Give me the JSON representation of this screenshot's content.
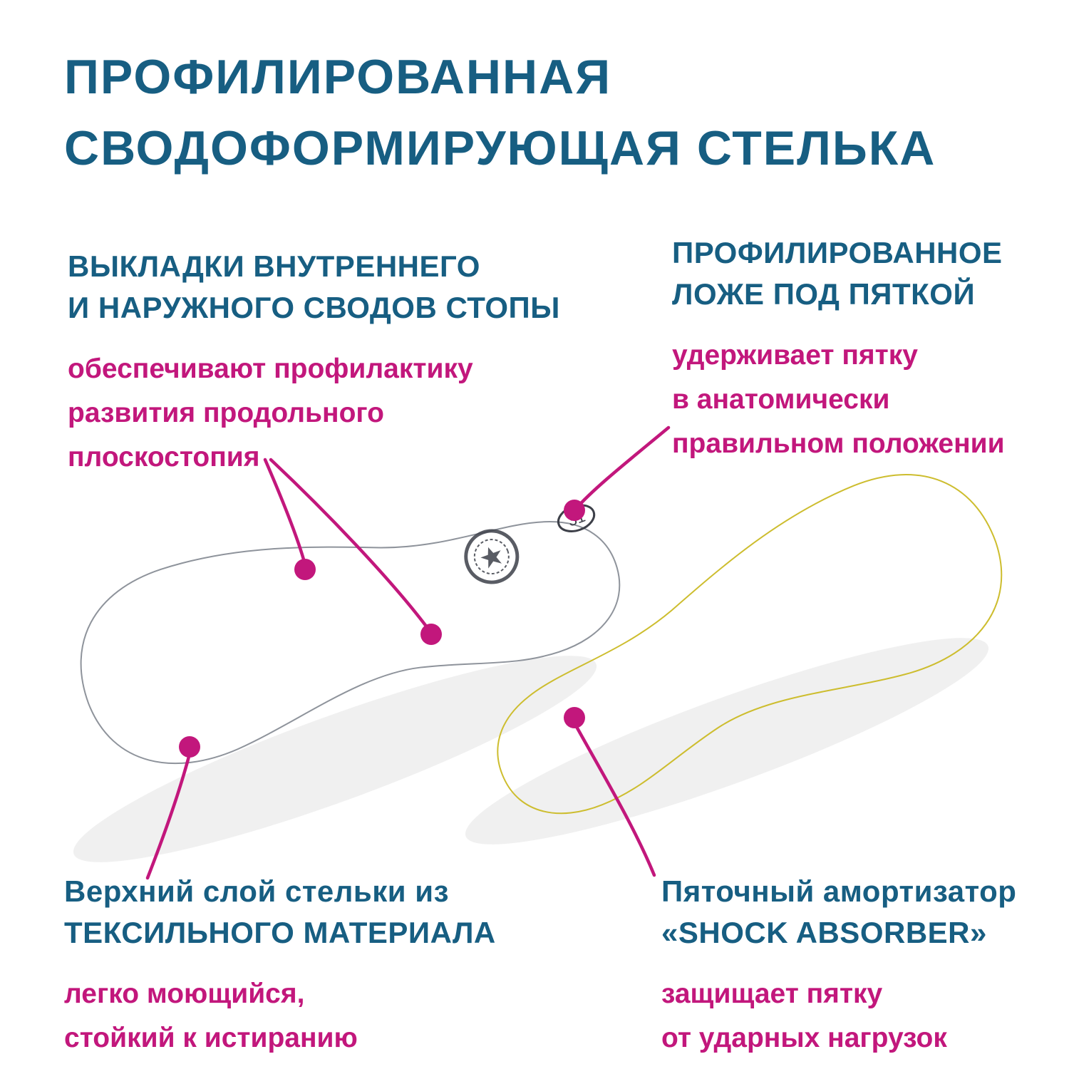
{
  "title": {
    "line1": "ПРОФИЛИРОВАННАЯ",
    "line2": "СВОДОФОРМИРУЮЩАЯ СТЕЛЬКА"
  },
  "callouts": {
    "arch_pads": {
      "heading": [
        "ВЫКЛАДКИ ВНУТРЕННЕГО",
        "И НАРУЖНОГО СВОДОВ СТОПЫ"
      ],
      "body": [
        "обеспечивают профилактику",
        "развития продольного",
        "плоскостопия"
      ]
    },
    "heel_bed": {
      "heading": [
        "ПРОФИЛИРОВАННОЕ",
        "ЛОЖЕ ПОД ПЯТКОЙ"
      ],
      "body": [
        "удерживает пятку",
        "в анатомически",
        "правильном положении"
      ]
    },
    "top_layer": {
      "heading": [
        "Верхний слой стельки из",
        "ТЕКСИЛЬНОГО МАТЕРИАЛА"
      ],
      "body": [
        "легко моющийся,",
        "стойкий к истиранию"
      ]
    },
    "shock_absorber": {
      "heading": [
        "Пяточный амортизатор",
        "«SHOCK ABSORBER»"
      ],
      "body": [
        "защищает пятку",
        "от ударных нагрузок"
      ]
    }
  },
  "insole": {
    "size_label": "31"
  },
  "colors": {
    "heading": "#175e82",
    "accent": "#c2177c",
    "insole_gray": "#b7bbc2",
    "insole_black": "#17181c",
    "insole_yellow": "#efe33c",
    "dot_green": "#4f7a2b",
    "pad_blue": "#3a56a7"
  }
}
